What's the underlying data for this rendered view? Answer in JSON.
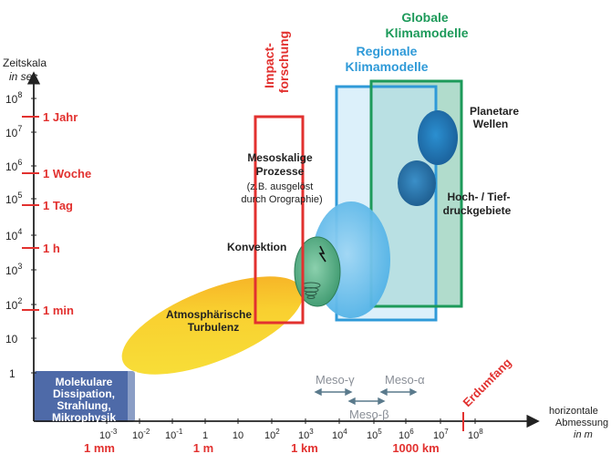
{
  "y_axis": {
    "title": "Zeitskala",
    "unit": "in sec",
    "exponent_ticks": [
      "8",
      "7",
      "6",
      "5",
      "4",
      "3",
      "2"
    ],
    "plain_ticks": [
      "10",
      "1"
    ],
    "base": "10"
  },
  "x_axis": {
    "title_line1": "horizontale",
    "title_line2": "Abmessung",
    "unit": "in m",
    "base": "10",
    "exponent_ticks": [
      "-3",
      "-2",
      "-1",
      "2",
      "3",
      "4",
      "5",
      "6",
      "7",
      "8"
    ],
    "plain_ticks": [
      "1",
      "10"
    ]
  },
  "y_markers": [
    "1 Jahr",
    "1 Woche",
    "1 Tag",
    "1 h",
    "1 min"
  ],
  "x_markers": [
    "1 mm",
    "1 m",
    "1 km",
    "1000 km"
  ],
  "regions": {
    "molekulare": [
      "Molekulare",
      "Dissipation,",
      "Strahlung,",
      "Mikrophysik"
    ],
    "turbulenz": [
      "Atmosphärische",
      "Turbulenz"
    ],
    "konvektion": "Konvektion",
    "mesoskalige": [
      "Mesoskalige",
      "Prozesse"
    ],
    "mesoskalige_note": [
      "(z.B. ausgelöst",
      "durch Orographie)"
    ],
    "planetare": [
      "Planetare",
      "Wellen"
    ],
    "hochtief": [
      "Hoch- / Tief-",
      "druckgebiete"
    ]
  },
  "model_labels": {
    "impact": [
      "Impact-",
      "forschung"
    ],
    "regional": [
      "Regionale",
      "Klimamodelle"
    ],
    "global": [
      "Globale",
      "Klimamodelle"
    ]
  },
  "meso_scales": {
    "alpha_prefix": "Meso-",
    "alpha": "α",
    "beta": "β",
    "gamma": "γ"
  },
  "erdumfang": "Erdumfang",
  "colors": {
    "red": "#e2312f",
    "blue": "#2f9ad8",
    "green": "#1d9a5a",
    "gray": "#8a8f97",
    "arrow": "#5a7a8c",
    "axis": "#222222",
    "molekulare_box": "#4e6aa8",
    "regional_fill": "#bfe3f5",
    "global_fill": "#a8d8c6"
  }
}
